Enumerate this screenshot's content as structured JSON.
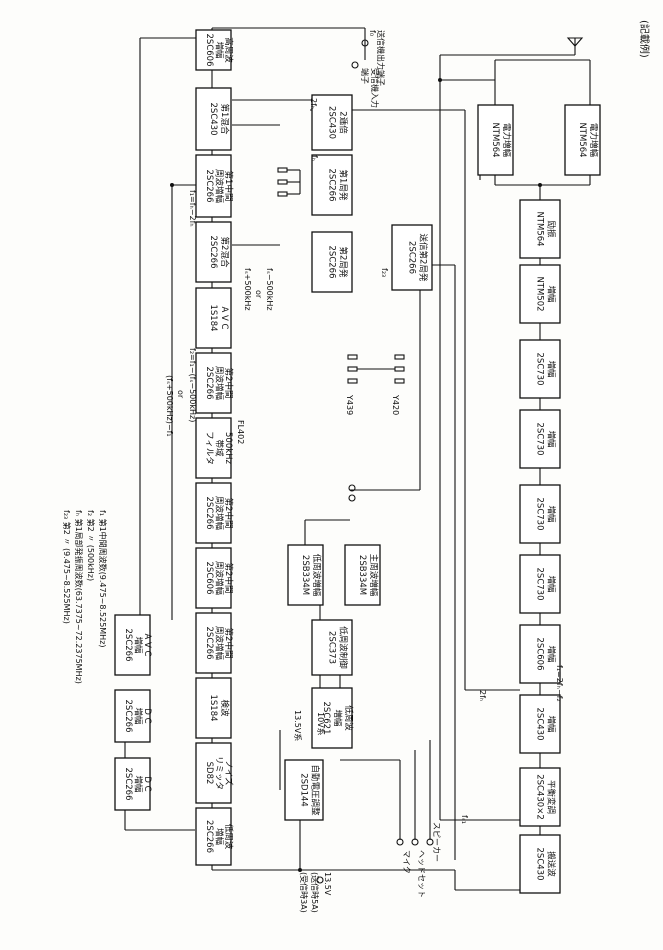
{
  "corner_label": "(記載例)",
  "blocks": {
    "left_rf_amp": [
      "高周波",
      "増幅",
      "2SC606"
    ],
    "mixer1": [
      "第1混合",
      "2SC430"
    ],
    "if1": [
      "第1中間",
      "周波増幅",
      "2SC266"
    ],
    "mixer2": [
      "第2混合",
      "2SC266"
    ],
    "avc1": [
      "A V C",
      "1S184"
    ],
    "if2a": [
      "第2中間",
      "周波増幅",
      "2SC266"
    ],
    "filter": [
      "500kHz",
      "帯域",
      "フィルタ"
    ],
    "if2b": [
      "第2中間",
      "周波増幅",
      "2SC266"
    ],
    "if2c": [
      "第2中間",
      "周波増幅",
      "2SC606"
    ],
    "if2d": [
      "第2中間",
      "周波増幅",
      "2SC266"
    ],
    "detector": [
      "検波",
      "1S184"
    ],
    "limiter": [
      "ノイズ",
      "リミッタ",
      "SD82"
    ],
    "rf_osc_left": [
      "低周波",
      "増幅",
      "2SC266"
    ],
    "avc_amp": [
      "A V C",
      "増幅",
      "2SC266"
    ],
    "dc_amp1": [
      "D C",
      "増幅",
      "2SC266"
    ],
    "dc_amp2": [
      "D C",
      "増幅",
      "2SC266"
    ],
    "mult2": [
      "2逓倍",
      "2SC430"
    ],
    "osc1": [
      "第1局発",
      "2SC266"
    ],
    "osc2": [
      "第2局発",
      "2SC266"
    ],
    "tx_osc2": [
      "送信第2局発",
      "2SC266"
    ],
    "af_amp_a": [
      "低周波増幅",
      "2SB334M"
    ],
    "af_amp_b": [
      "主周波増幅",
      "2SB334M"
    ],
    "lf_control": [
      "低周波制御",
      "2SC373"
    ],
    "af_amp_c": [
      "低周波",
      "増幅",
      "2SC621"
    ],
    "regulator": [
      "自動電圧調整",
      "2SD144"
    ],
    "pa1": [
      "電力増幅",
      "NTM564"
    ],
    "pa2": [
      "電力増幅",
      "NTM564"
    ],
    "drv1": [
      "励振",
      "NTM564"
    ],
    "drv2": [
      "増幅",
      "NTM502"
    ],
    "amp1": [
      "増幅",
      "2SC730"
    ],
    "amp2": [
      "増幅",
      "2SC730"
    ],
    "amp3": [
      "増幅",
      "2SC730"
    ],
    "amp4": [
      "増幅",
      "2SC730"
    ],
    "amp5": [
      "増幅",
      "2SC606"
    ],
    "amp6": [
      "増幅",
      "2SC430"
    ],
    "balmod": [
      "平衡変調",
      "2SC430×2"
    ],
    "carrier": [
      "搬送波",
      "2SC430"
    ]
  },
  "labels": {
    "antenna_term": "送信機出力端子",
    "fo": "f₀",
    "rx_in": "受信機入力",
    "rx_term": "端子",
    "f2h": "2fₕ",
    "f1_eq": "f₁=fₕ−2fₕ",
    "fh": "fₕ",
    "f_minus": "fₛ−500kHz",
    "or1": "or",
    "f_plus": "fₛ+500kHz",
    "fa_eq": "f₂=f₁−(fₛ−500kHz)",
    "or2": "or",
    "fa_plus": "(fₛ+500kHz)−f₁",
    "fl402": "FL402",
    "y439": "Y439",
    "y420": "Y420",
    "f23": "f₂₃",
    "v10": "10V系",
    "v135": "13.5V系",
    "ft_eq": "f₁=2fₕ−f₂",
    "f2h2": "2fₕ",
    "f1s": "fₛ₁",
    "speaker": "スピーカー",
    "headset": "ヘッドセット",
    "mic": "マイク",
    "v_supply": "13.5V",
    "tx_amp": "(送信時5A)",
    "rx_amp": "(受信時3A)"
  },
  "notes": [
    "f₁ 第1中間周波数(9.475~8.525MHz)",
    "f₂ 第2   〃   (500kHz)",
    "fₕ 第1局部発振周波数(63.7375~72.2375MHz)",
    "f₂₃ 第2   〃   (9.475~8.525MHz)"
  ]
}
